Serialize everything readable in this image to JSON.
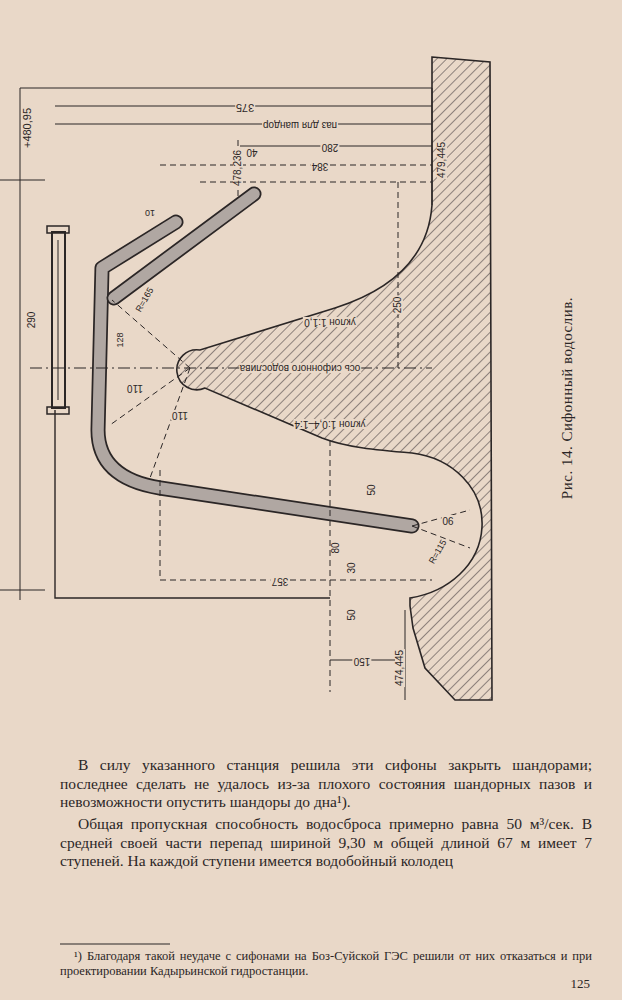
{
  "diagram": {
    "caption": "Рис. 14. Сифонный водослив.",
    "labels": [
      "+480,95",
      "375",
      "паз для шандор",
      "280",
      "40",
      "384",
      "478,236",
      "479,445",
      "10",
      "290",
      "R=165",
      "128",
      "250",
      "уклон 1:1,0",
      "ось сифонного водослива",
      "уклон 1:0,4–1:4",
      "110",
      "110",
      "50",
      "90",
      "R=115",
      "30",
      "80",
      "357",
      "50",
      "150",
      "474,445",
      "В силу указанного станция решила эти сифоны закрыть шандорами; последнее сделать не удалось из-за плохого состояния шандорных пазов и невозможности опустить шандоры до дна¹).",
      "Общая пропускная способность водосброса примерно равна 50 м³/сек. В средней своей части перепад шириной 9,30 м общей длиной 67 м имеет 7 ступеней. На каждой ступени имеется водобойный колодец",
      "¹) Благодаря такой неудаче с сифонами на Боз-Суйской ГЭС решили от них отказаться и при проектировании Кадырьинской гидростанции.",
      "125"
    ]
  }
}
